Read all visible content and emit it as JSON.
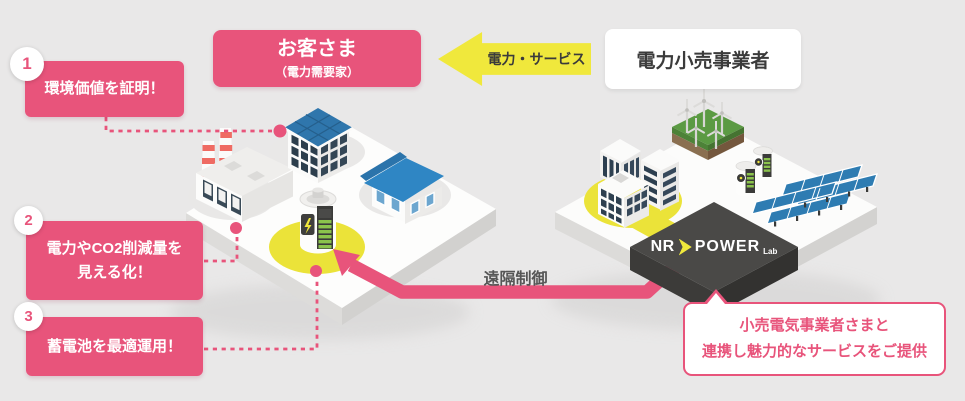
{
  "header": {
    "customer": {
      "title": "お客さま",
      "subtitle": "（電力需要家）"
    },
    "power_service_arrow_label": "電力・サービス",
    "retailer_label": "電力小売事業者"
  },
  "benefits": [
    {
      "number": "1",
      "lines": [
        "環境価値を証明！"
      ]
    },
    {
      "number": "2",
      "lines": [
        "電力やCO2削減量を",
        "見える化！"
      ]
    },
    {
      "number": "3",
      "lines": [
        "蓄電池を最適運用！"
      ]
    }
  ],
  "remote_control_label": "遠隔制御",
  "logo": {
    "nr": "NR",
    "power": "POWER",
    "lab": "Lab"
  },
  "callout": {
    "lines": [
      "小売電気事業者さまと",
      "連携し魅力的なサービスをご提供"
    ]
  },
  "illustrations": [
    "factory",
    "office-building-solar-roof",
    "house",
    "storage-battery",
    "city-buildings",
    "wind-turbines",
    "storage-batteries",
    "solar-panel-arrays",
    "nr-power-cube",
    "remote-control-arrow"
  ],
  "colors": {
    "accent_pink": "#e8547b",
    "accent_yellow": "#f0e83c",
    "cube_dark": "#4a4947",
    "background": "#e9e8e8",
    "roof_blue": "#2f86c4",
    "panel_blue": "#2e7cb2",
    "battery_green": "#8bc34c",
    "text_dark": "#3b3b3b"
  }
}
